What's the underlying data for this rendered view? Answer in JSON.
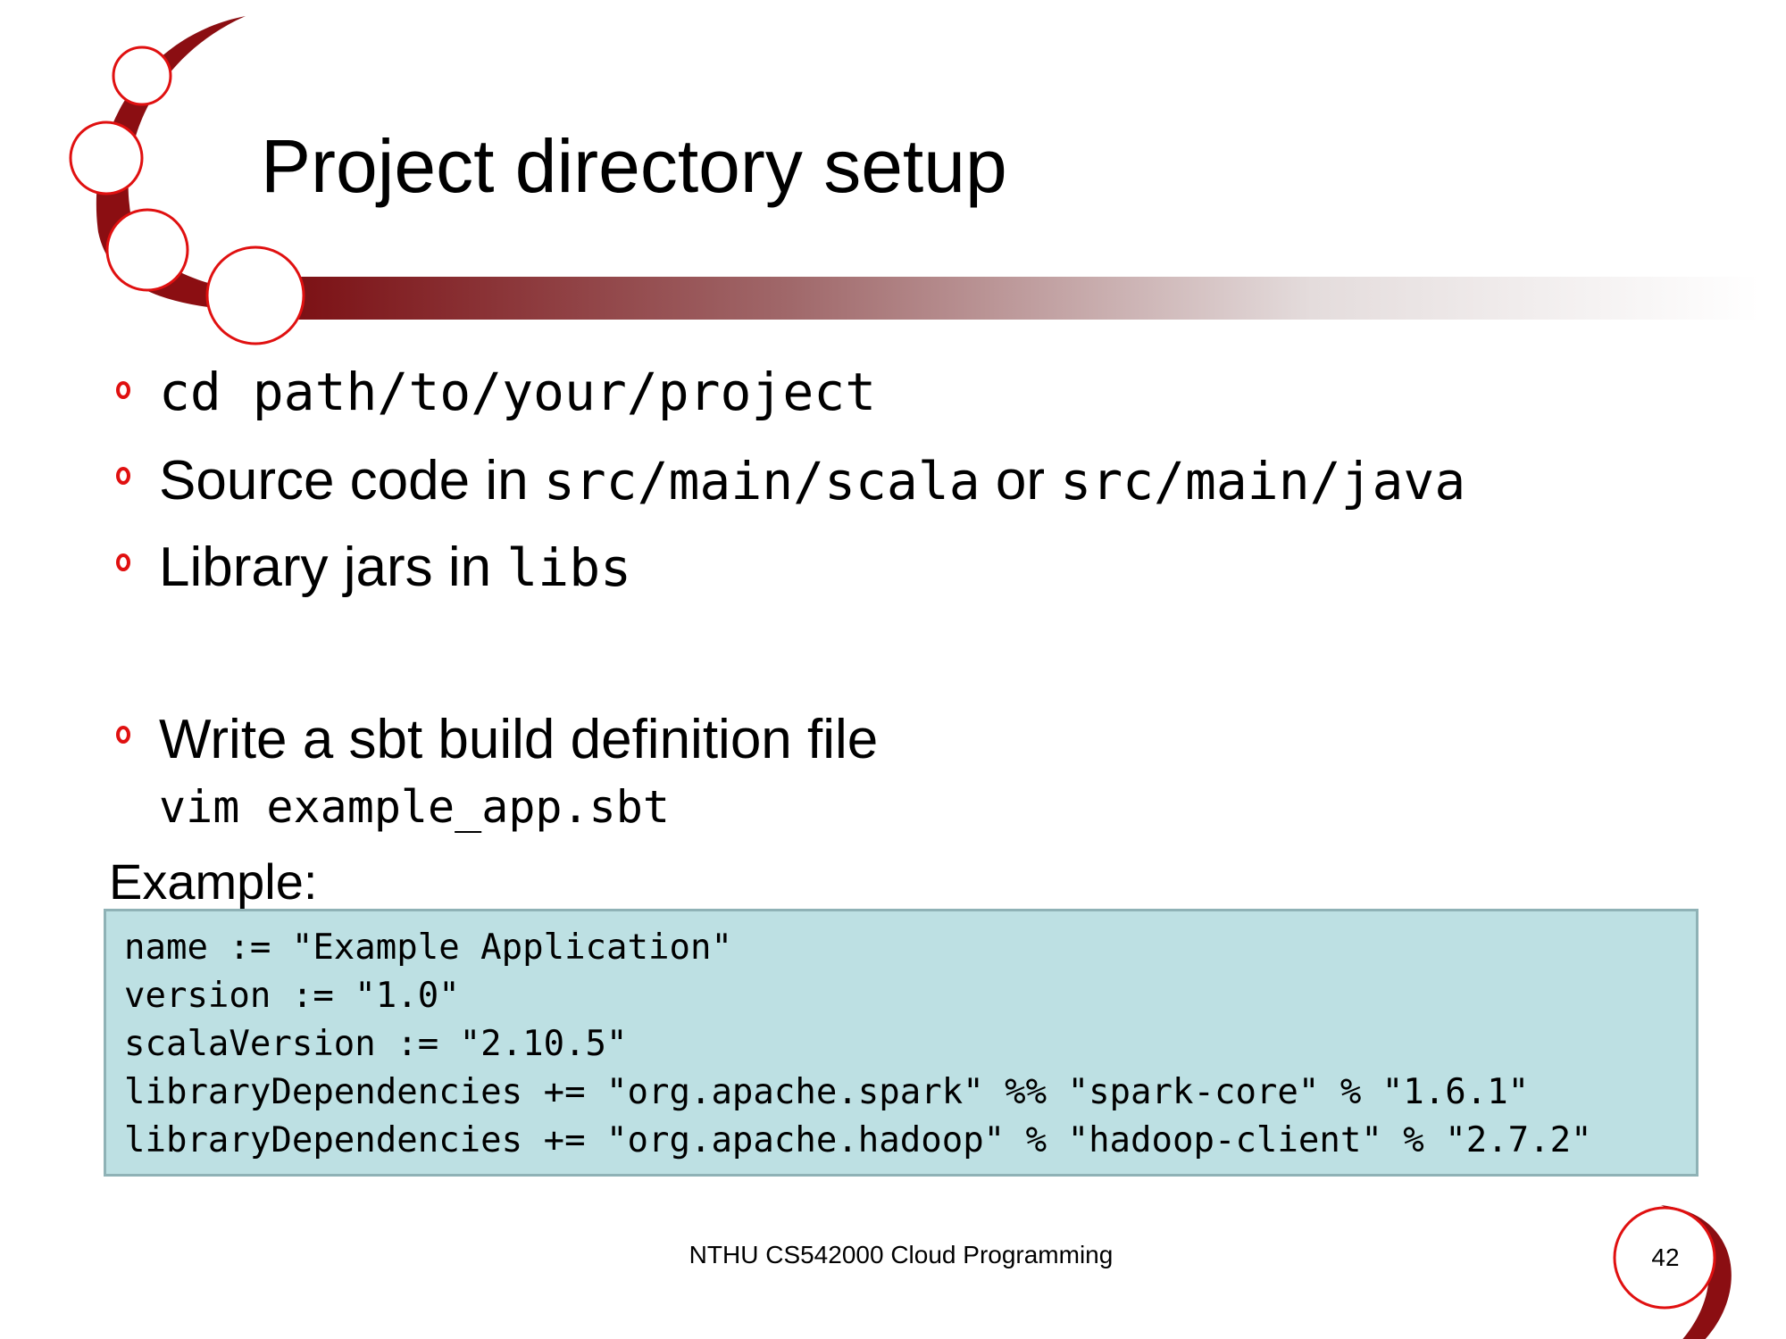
{
  "slide": {
    "title": "Project directory setup",
    "bullets": [
      {
        "code": "cd path/to/your/project"
      },
      {
        "text1": "Source code in ",
        "code1": "src/main/scala",
        "text2": " or ",
        "code2": "src/main/java"
      },
      {
        "text1": "Library jars in ",
        "code1": "libs"
      },
      {
        "text1": "Write a sbt build definition file"
      }
    ],
    "command": "vim example_app.sbt",
    "example_label": "Example:",
    "code_lines": [
      "name := \"Example Application\"",
      "version := \"1.0\"",
      "scalaVersion := \"2.10.5\"",
      "libraryDependencies += \"org.apache.spark\" %% \"spark-core\" % \"1.6.1\"",
      "libraryDependencies += \"org.apache.hadoop\" % \"hadoop-client\" % \"2.7.2\""
    ],
    "footer": "NTHU CS542000 Cloud Programming",
    "page_number": "42"
  },
  "colors": {
    "accent": "#8b0e12",
    "circle_stroke": "#e01010",
    "code_bg": "#bde0e3"
  }
}
